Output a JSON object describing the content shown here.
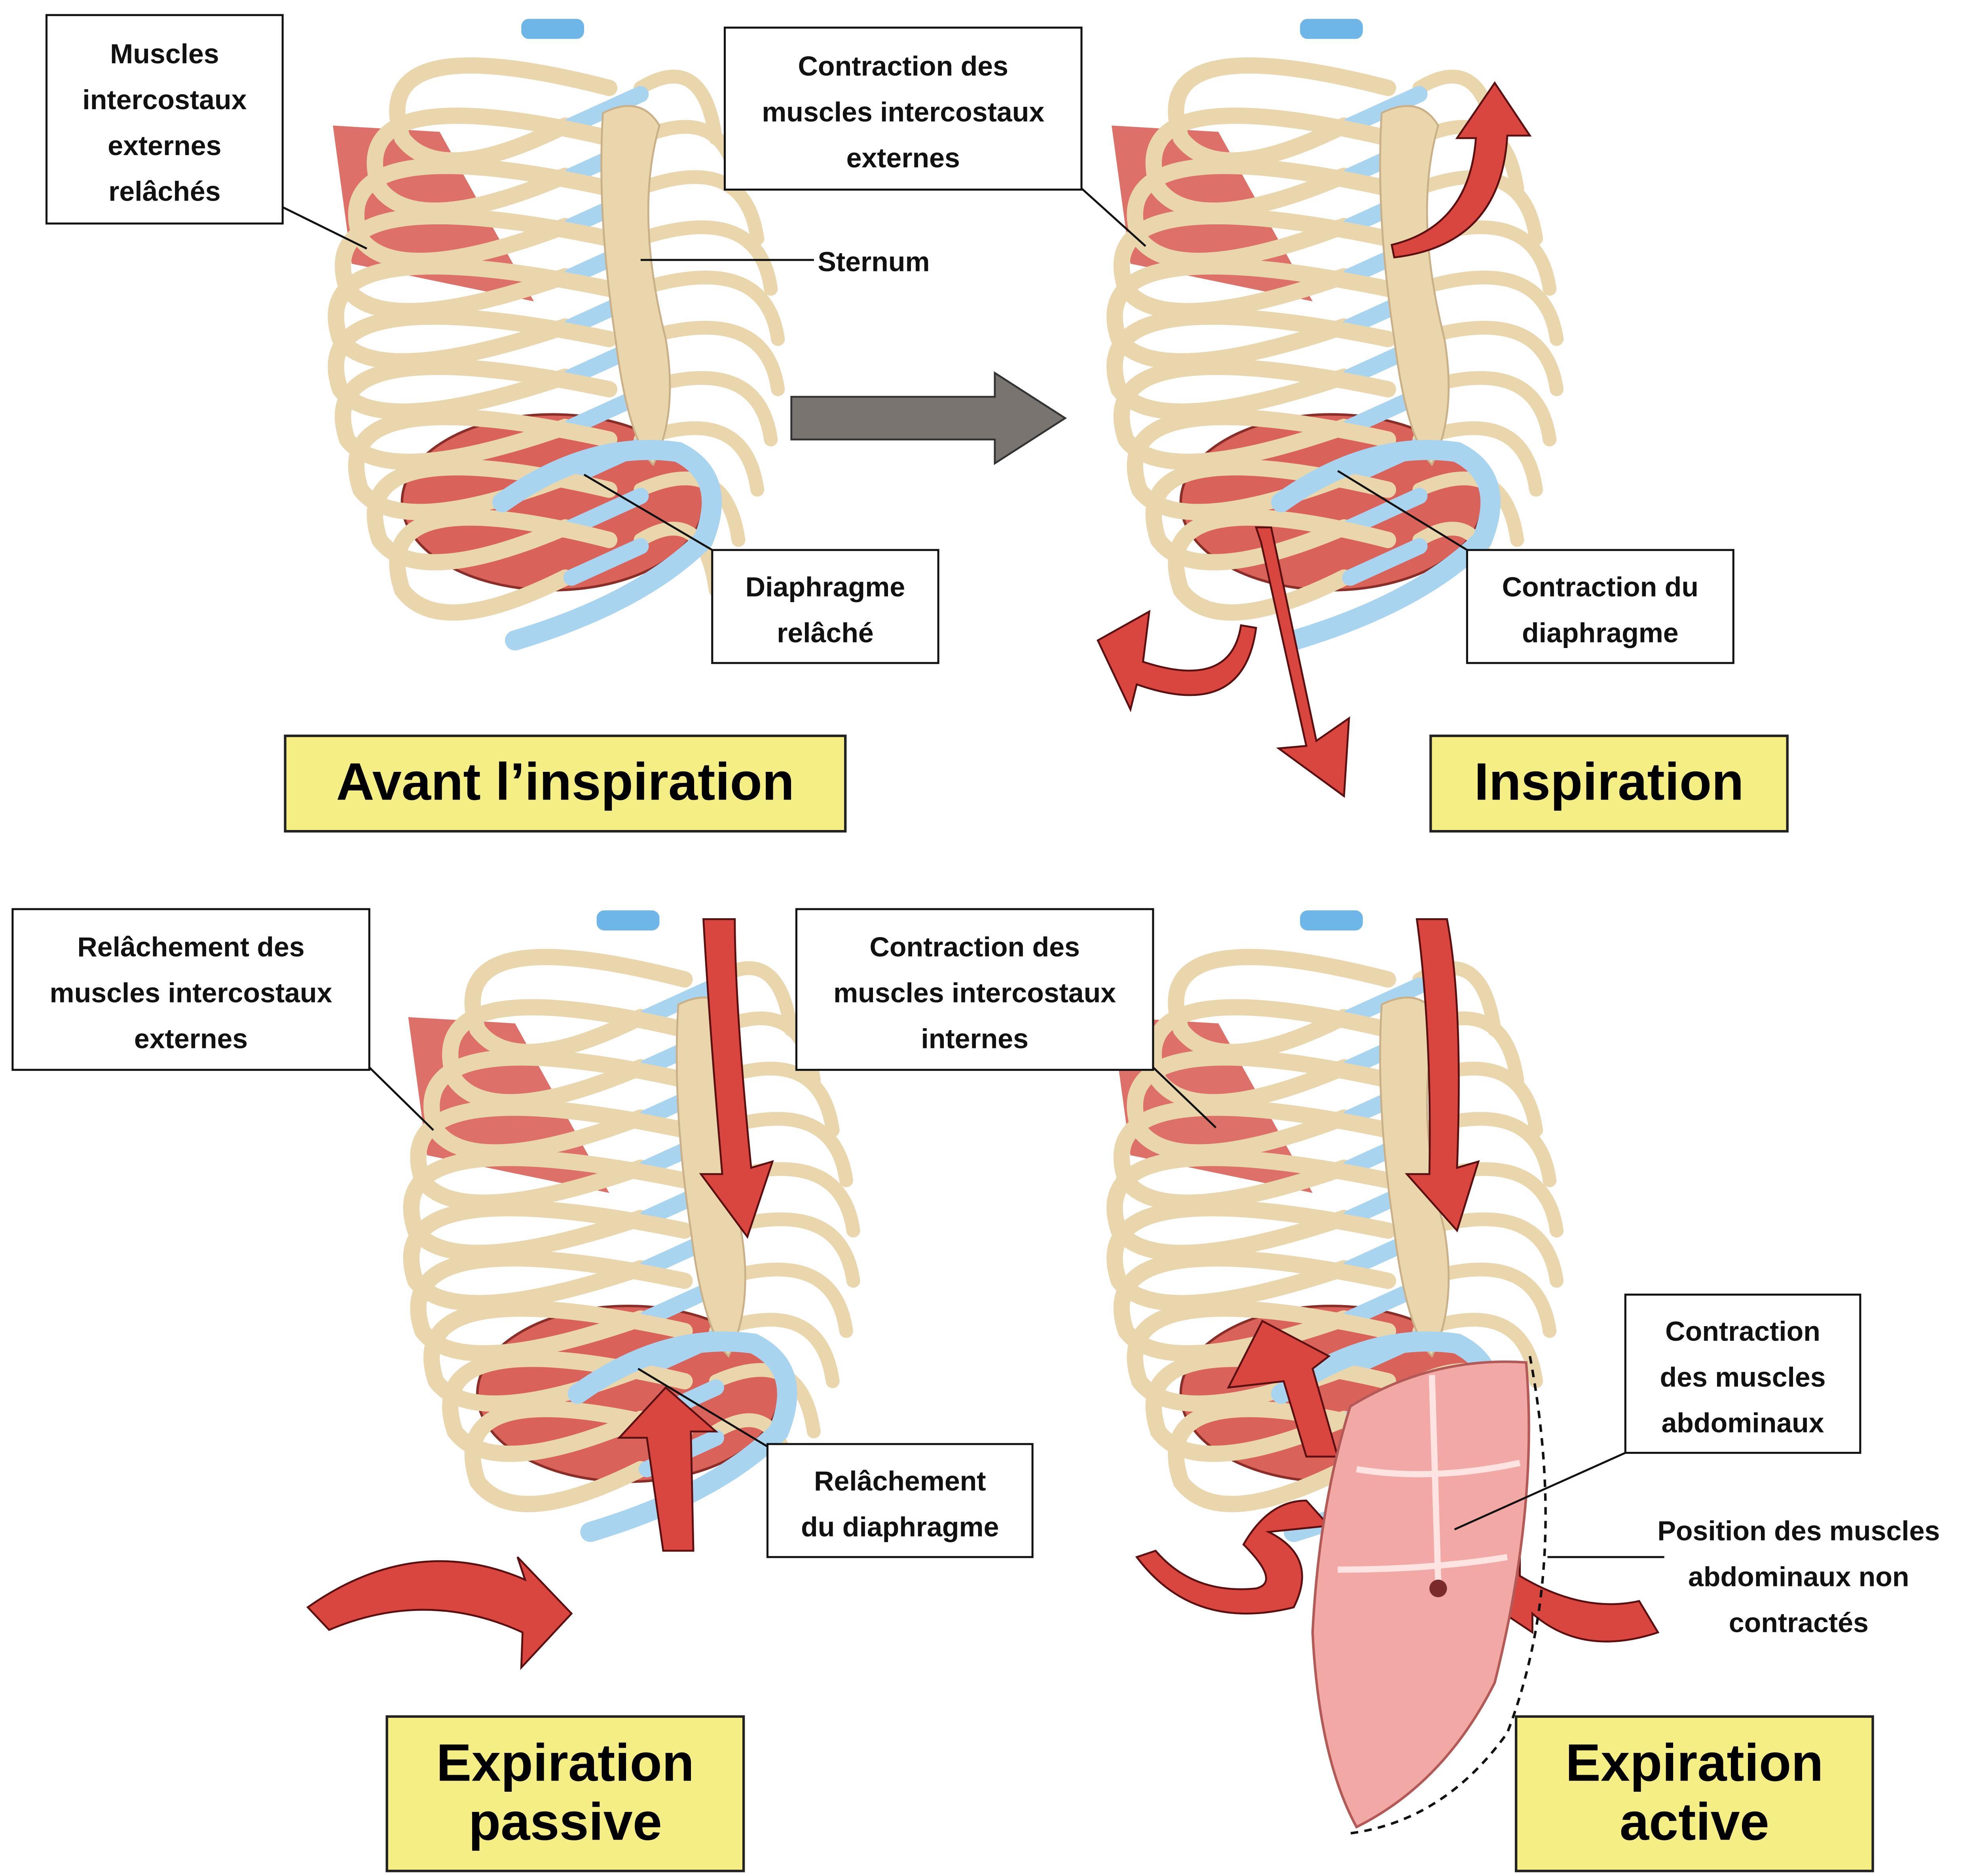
{
  "panels": {
    "before": {
      "title": [
        "Avant l’inspiration"
      ],
      "muscle_label": [
        "Muscles",
        "intercostaux",
        "externes",
        "relâchés"
      ],
      "sternum_label": "Sternum",
      "diaphragm_label": [
        "Diaphragme",
        "relâché"
      ]
    },
    "inspiration": {
      "title": [
        "Inspiration"
      ],
      "muscle_label": [
        "Contraction des",
        "muscles intercostaux",
        "externes"
      ],
      "diaphragm_label": [
        "Contraction du",
        "diaphragme"
      ]
    },
    "passive": {
      "title": [
        "Expiration",
        "passive"
      ],
      "muscle_label": [
        "Relâchement des",
        "muscles intercostaux",
        "externes"
      ],
      "diaphragm_label": [
        "Relâchement",
        "du diaphragme"
      ]
    },
    "active": {
      "title": [
        "Expiration",
        "active"
      ],
      "muscle_label": [
        "Contraction des",
        "muscles intercostaux",
        "internes"
      ],
      "abdominal_label": [
        "Contraction",
        "des muscles",
        "abdominaux"
      ],
      "position_label": [
        "Position des muscles",
        "abdominaux non",
        "contractés"
      ]
    }
  },
  "colors": {
    "bone": "#e9d6ad",
    "cartilage": "#a9d4f0",
    "muscle": "#d9625a",
    "arrow": "#d94640",
    "title_bg": "#f4ee84",
    "transition_arrow": "#7a7470"
  }
}
